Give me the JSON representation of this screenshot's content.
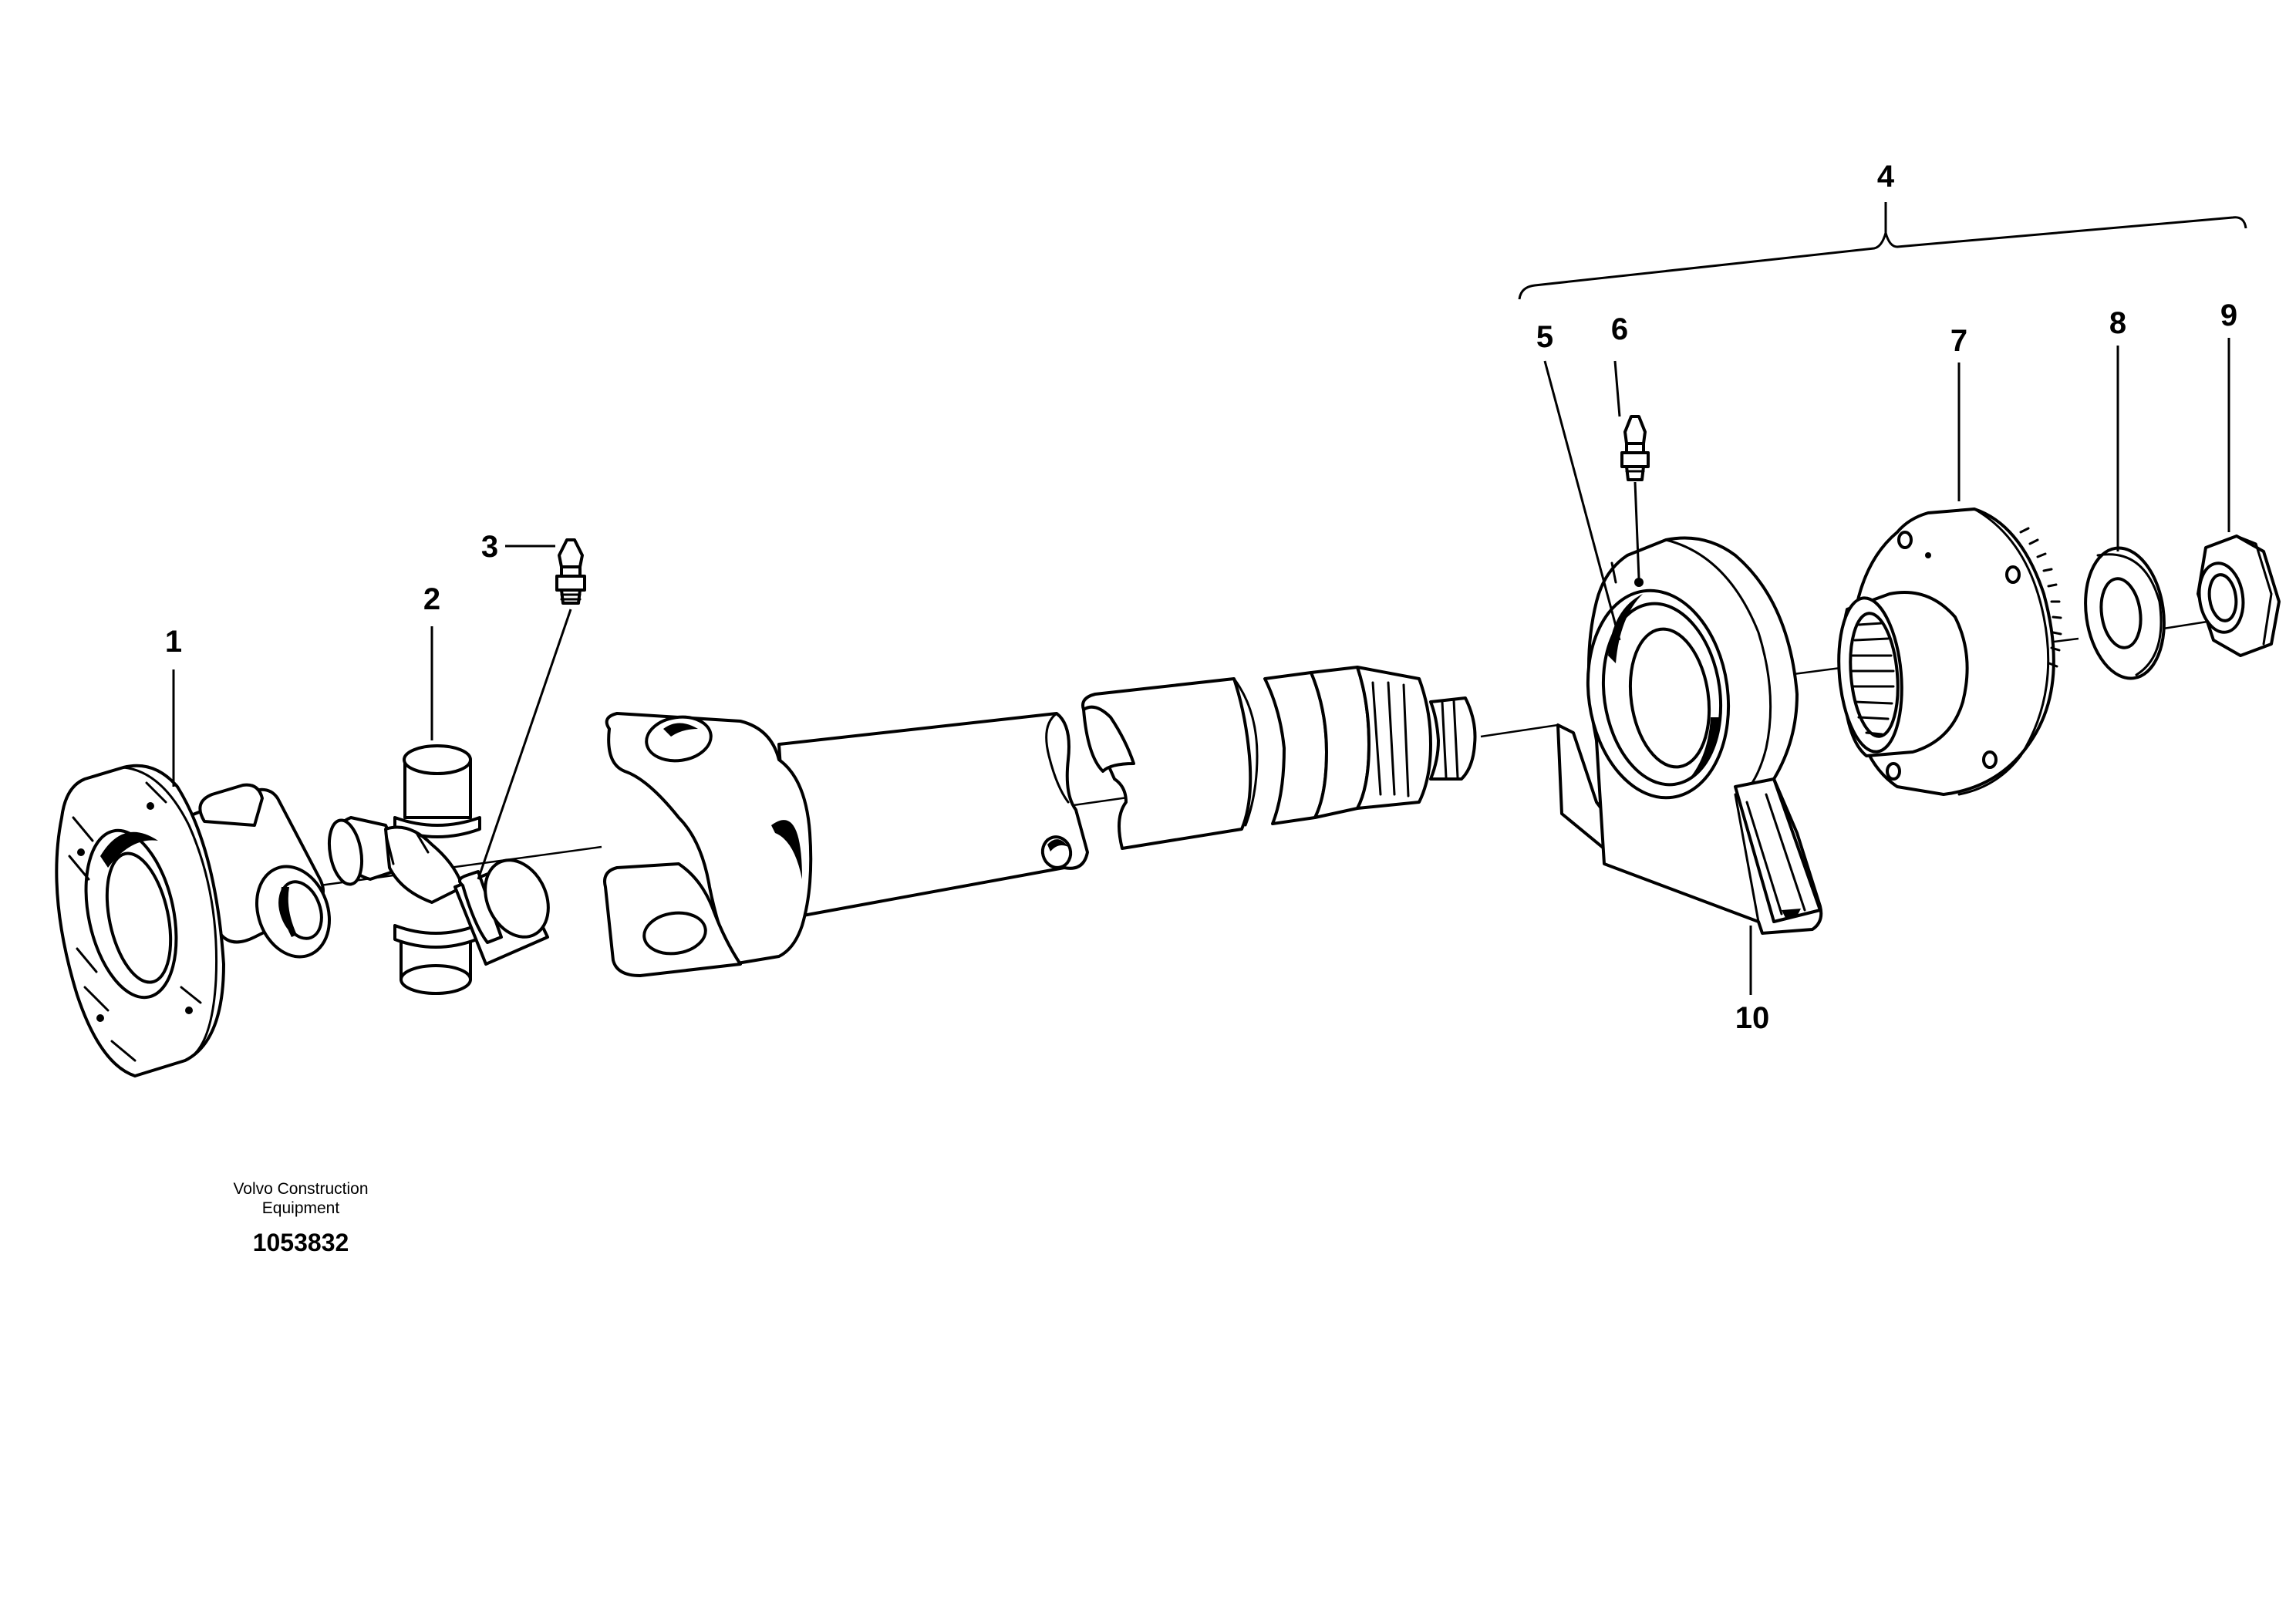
{
  "callouts": [
    {
      "id": "1",
      "label": "1"
    },
    {
      "id": "2",
      "label": "2"
    },
    {
      "id": "3",
      "label": "3"
    },
    {
      "id": "4",
      "label": "4"
    },
    {
      "id": "5",
      "label": "5"
    },
    {
      "id": "6",
      "label": "6"
    },
    {
      "id": "7",
      "label": "7"
    },
    {
      "id": "8",
      "label": "8"
    },
    {
      "id": "9",
      "label": "9"
    },
    {
      "id": "10",
      "label": "10"
    }
  ],
  "footer": {
    "manufacturer_line1": "Volvo Construction",
    "manufacturer_line2": "Equipment",
    "drawing_number": "1053832"
  }
}
